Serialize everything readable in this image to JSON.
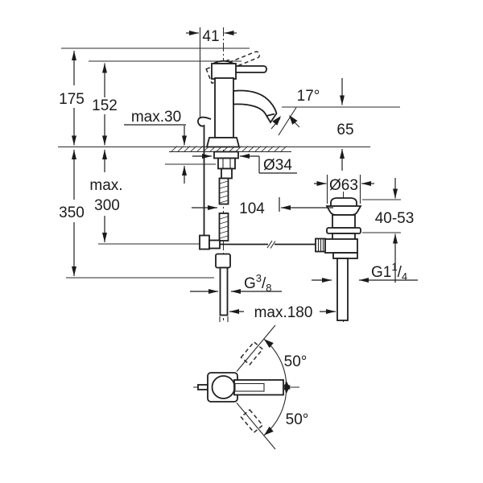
{
  "drawing": {
    "title": "basin-mixer-installation-drawing",
    "labels": {
      "top_width": "41",
      "height_total": "175",
      "height_handle": "152",
      "deck_thickness_max": "max.30",
      "spout_angle": "17°",
      "spout_height": "65",
      "hole_diameter": "Ø34",
      "depth_max_line1": "max.",
      "depth_max_line2": "300",
      "overall_depth": "350",
      "rod_offset": "104",
      "waste_flange_diameter": "Ø63",
      "waste_deck_range": "40-53",
      "supply_thread": {
        "prefix": "G",
        "numerator": "3",
        "slash": "/",
        "denominator": "8"
      },
      "waste_thread": {
        "prefix": "G1",
        "numerator": "1",
        "slash": "/",
        "denominator": "4"
      },
      "rod_length_max": "max.180",
      "swivel_angle_upper": "50°",
      "swivel_angle_lower": "50°"
    },
    "colors": {
      "line": "#1f1f1f",
      "background": "#ffffff"
    }
  }
}
